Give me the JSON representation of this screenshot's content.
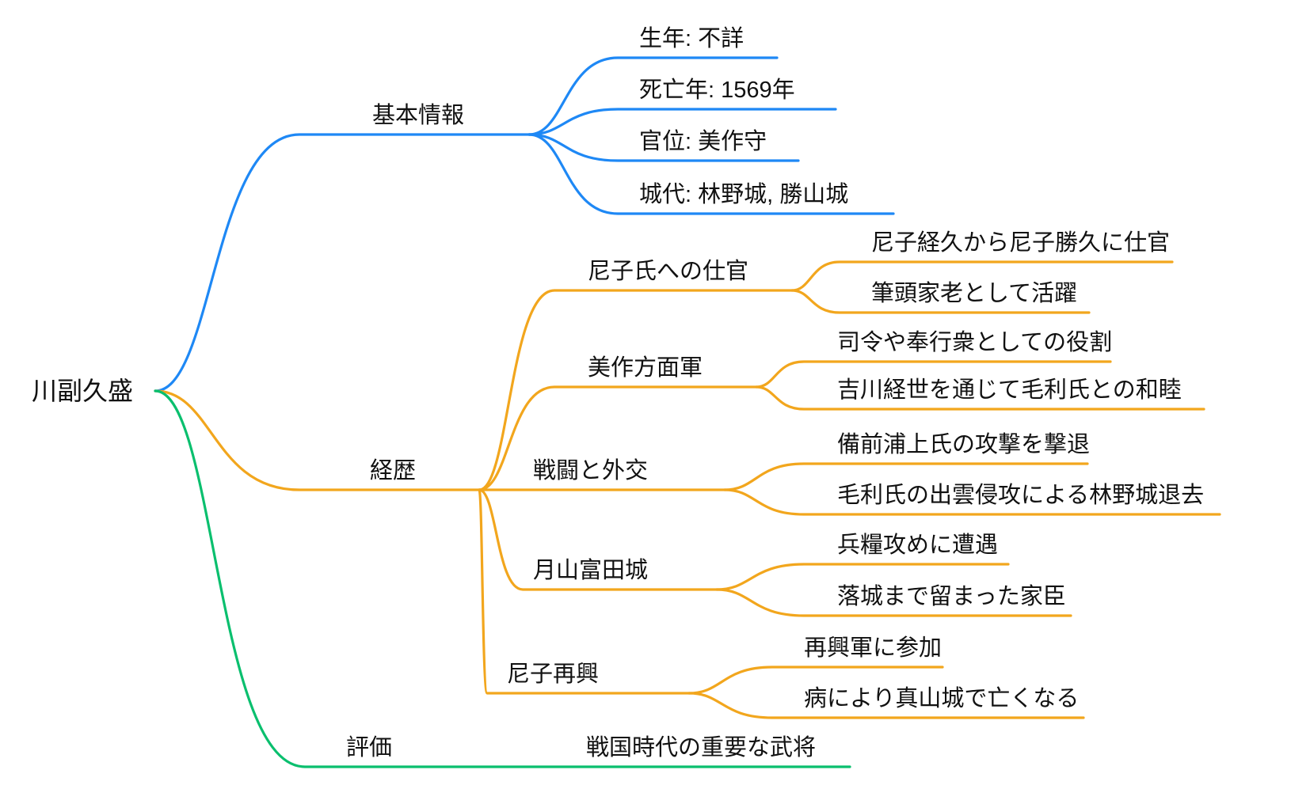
{
  "diagram_type": "mindmap",
  "background": "#ffffff",
  "colors": {
    "blue": "#1e88f5",
    "orange": "#f2a61d",
    "green": "#0abf6e",
    "text": "#111111"
  },
  "root": {
    "label": "川副久盛"
  },
  "branches": [
    {
      "label": "基本情報",
      "color": "#1e88f5",
      "children": [
        {
          "label": "生年: 不詳"
        },
        {
          "label": "死亡年: 1569年"
        },
        {
          "label": "官位: 美作守"
        },
        {
          "label": "城代: 林野城, 勝山城"
        }
      ]
    },
    {
      "label": "経歴",
      "color": "#f2a61d",
      "children": [
        {
          "label": "尼子氏への仕官",
          "children": [
            {
              "label": "尼子経久から尼子勝久に仕官"
            },
            {
              "label": "筆頭家老として活躍"
            }
          ]
        },
        {
          "label": "美作方面軍",
          "children": [
            {
              "label": "司令や奉行衆としての役割"
            },
            {
              "label": "吉川経世を通じて毛利氏との和睦"
            }
          ]
        },
        {
          "label": "戦闘と外交",
          "children": [
            {
              "label": "備前浦上氏の攻撃を撃退"
            },
            {
              "label": "毛利氏の出雲侵攻による林野城退去"
            }
          ]
        },
        {
          "label": "月山富田城",
          "children": [
            {
              "label": "兵糧攻めに遭遇"
            },
            {
              "label": "落城まで留まった家臣"
            }
          ]
        },
        {
          "label": "尼子再興",
          "children": [
            {
              "label": "再興軍に参加"
            },
            {
              "label": "病により真山城で亡くなる"
            }
          ]
        }
      ]
    },
    {
      "label": "評価",
      "color": "#0abf6e",
      "children": [
        {
          "label": "戦国時代の重要な武将"
        }
      ]
    }
  ]
}
